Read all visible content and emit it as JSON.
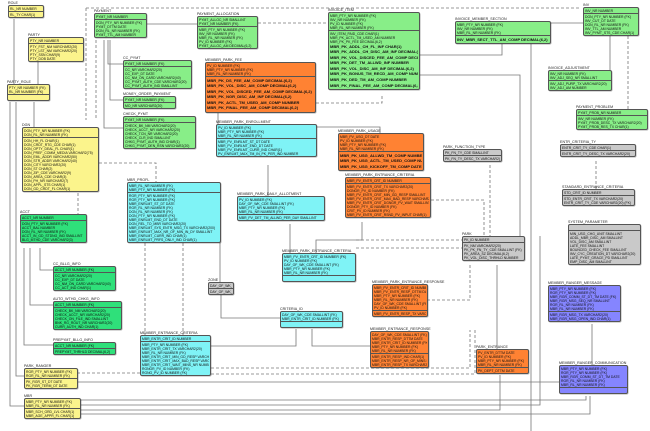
{
  "colors": {
    "yellow": "#fbf48c",
    "green": "#88ee88",
    "dgreen": "#2fe07a",
    "orange": "#ff8233",
    "cyan": "#7ff3f6",
    "gray": "#c9c9c9",
    "purple": "#8585ff",
    "line": "#777777"
  },
  "tables": [
    {
      "key": "role",
      "name": "ROLE",
      "color": "yellow",
      "pk": [
        "RL_NR NUMBER"
      ],
      "fields": [
        "RL_TY CHAR(1)"
      ]
    },
    {
      "key": "party",
      "name": "PARTY",
      "color": "yellow",
      "pk": [
        "PTY_NR NUMBER"
      ],
      "fields": [
        "PTY_FST_NM VARCHAR2(20)",
        "PTY_LST_NM VARCHAR2(20)",
        "PTY_SSN CHAR(9)",
        "PTY_DOB DATE"
      ]
    },
    {
      "key": "party_role",
      "name": "PARTY_ROLE",
      "color": "yellow",
      "pk": [
        "PTY_NR NUMBER (FK)",
        "RL_NR NUMBER (FK)"
      ],
      "fields": []
    },
    {
      "key": "dgn",
      "name": "DGN",
      "color": "yellow",
      "pk": [
        "DGN_PTY_NR NUMBER (FK)",
        "DGN_RL_NR NUMBER (FK)"
      ],
      "fields": [
        "DGN_HH_FL CHAR(1)",
        "DGN_CRDT_RTG_CDE CHAR(1)",
        "DGN_OPTY_DEAL_FL CHAR(1)",
        "DGN_PREF_COMM_MEDIA VARCHAR2(75)",
        "DGN_EML_ADDR VARCHAR2(50)",
        "DGN_STR_ADDR VARCHAR2(40)",
        "DGN_CITY VARCHAR2(20)",
        "DGN_ST CHAR(2)",
        "DGN_ZIP_CDE VARCHAR2(9)",
        "DGN_AREA_CDE CHAR(3)",
        "DGN_PH_NR VARCHAR2(7)",
        "DGN_APPL_STS CHAR(1)",
        "DGN_GD_CRDT_FL CHAR(1)"
      ]
    },
    {
      "key": "acct",
      "name": "ACCT",
      "color": "dgreen",
      "pk": [
        "ACCT_NR NUMBER"
      ],
      "fields": [
        "DGN_PTY_NR NUMBER (FK)",
        "ACCT_BAL NUMBER",
        "DGN_RL_NR NUMBER (FK)",
        "ACCT_IN_GD_STDNG_IND SMALLINT",
        "BLG_MTHD_CDE VARCHAR2(3)"
      ]
    },
    {
      "key": "cc_bllg",
      "name": "CC_BLLG_INFO",
      "color": "dgreen",
      "pk": [
        "ACCT_NR NUMBER (FK)"
      ],
      "fields": [
        "CC_NR VARCHAR2(20)",
        "CC_EXP_DT DATE",
        "CC_NM_ON_CARD VARCHAR2(40)",
        "CC_ACT_IND CHAR(1)"
      ]
    },
    {
      "key": "auto_wthd",
      "name": "AUTO_WTHD_CHKG_INFO",
      "color": "dgreen",
      "pk": [
        "ACCT_NR NUMBER (FK)"
      ],
      "fields": [
        "CHECK_BK_NM VARCHAR2(20)",
        "CHECK_ACCT_NR VARCHAR2(20)",
        "CHECK_ON_FILE_IND SMALLINT",
        "BNK_RG_ROUT_NR VARCHAR2(20)",
        "CURR_AUTH_IND CHAR(1)"
      ]
    },
    {
      "key": "prepymt",
      "name": "PREPYMT_BLLG_INFO",
      "color": "dgreen",
      "pk": [
        "ACCT_NR NUMBER (FK)"
      ],
      "fields": [
        "PREPYMT_THRHLD DECIMAL(6,2)"
      ]
    },
    {
      "key": "park_ranger",
      "name": "PARK_RANGER",
      "color": "yellow",
      "pk": [
        "RGR_PTY_NR NUMBER (FK)",
        "RGR_RL_NR NUMBER (FK)"
      ],
      "fields": [
        "PK_RGR_ST_DT DATE",
        "PK_RGR_TERM_DT DATE"
      ]
    },
    {
      "key": "mbr",
      "name": "MBR",
      "color": "yellow",
      "pk": [
        "MBR_PTY_NR NUMBER (FK)",
        "MBR_RL_NR NUMBER (FK)"
      ],
      "fields": [
        "MBR_SCH_GRD_LVL CHAR(1)",
        "MBR_AGE_APPR_FL CHAR(1)"
      ]
    },
    {
      "key": "payment",
      "name": "PAYMENT",
      "color": "green",
      "pk": [
        "PYMT_NR NUMBER"
      ],
      "fields": [
        "DGN_PTY_NR NUMBER (FK)",
        "PYMT_DTTM DATE",
        "DGN_RL_NR NUMBER (FK)",
        "PYMT_TTL_AM NUMBER"
      ]
    },
    {
      "key": "cc_pymt",
      "name": "CC_PYMT",
      "color": "green",
      "pk": [
        "PYMT_NR NUMBER (FK)"
      ],
      "fields": [
        "CC_NR VARCHAR2(20)",
        "CC_EXP_DT DATE",
        "CC_NM_ON_CARD VARCHAR2(40)",
        "CC_PYMT_AUTH_CDE VARCHAR2(20)",
        "CC_PYMT_AUTH_IND SMALLINT"
      ]
    },
    {
      "key": "money_order",
      "name": "MONEY_ORDER_PAYMENT",
      "color": "green",
      "pk": [
        "PYMT_NR NUMBER (FK)"
      ],
      "fields": [
        "MO_NR VARCHAR2(20)"
      ]
    },
    {
      "key": "check_pymt",
      "name": "CHECK_PYMT",
      "color": "green",
      "pk": [
        "PYMT_NR NUMBER (FK)"
      ],
      "fields": [
        "CHECK_BK_NM VARCHAR2(20)",
        "CHECK_ACCT_NR VARCHAR2(20)",
        "CHECK_TCN_NR VARCHAR2(20)",
        "CHECK_CLR_IND SMALLINT",
        "CHKG_PYMT_AUTH_IND CHAR(1)",
        "CHKG_PYMT_DEN_RSN VARCHAR2(20)"
      ]
    },
    {
      "key": "pay_alloc",
      "name": "PAYMENT_ALLOCATION",
      "color": "green",
      "pk": [
        "PYMT_ALLOC_NR SMALLINT",
        "PYMT_NR NUMBER (FK)"
      ],
      "fields": [
        "MBR_PTY_NR NUMBER (FK)",
        "INV_NR NUMBER (FK)",
        "MBR_RL_NR NUMBER (FK)",
        "PV_ID NUMBER (FK)",
        "PYMT_ALLOC_AM DECIMAL(6,2)"
      ]
    },
    {
      "key": "mpf",
      "name": "MEMBER_PARK_FEE",
      "color": "orange",
      "pk": [
        "PV_ID NUMBER (FK)",
        "MBR_PTY_NR NUMBER (FK)",
        "MBR_RL_NR NUMBER (FK)"
      ],
      "fields": [],
      "derived": [
        "MBR_PK_DS_FEE_AM_COMP DECIMAL(6,2)",
        "MBR_PK_VOL_DISC_AM_COMP DECIMAL(6,2)",
        "MBR_PK_VOL_DISCED_FEE_AM_COMP DECIMAL(6,2)",
        "MBR_PK_NGR_DISC_AM_INF DECIMAL(6,2)",
        "MBR_PK_ACTL_TM_USED_AM_COMP NUMBER",
        "MBR_PK_FINAL_FEE_AM_COMP DECIMAL(6,2)"
      ]
    },
    {
      "key": "inv_item",
      "name": "INVOICE_ITEM",
      "color": "green",
      "pk": [
        "MBR_PTY_NR NUMBER (FK)",
        "INV_NR NUMBER (FK)",
        "PV_ID NUMBER (FK)",
        "MBR_RL_NR NUMBER (FK)"
      ],
      "fields": [
        "INV_ITEM_PAID_CDE CHAR(1)",
        "MBR_PK_ACTL_TM_USED_AM NUMBER",
        "MBR_PK_PK_FEE DECIMAL(6,2)"
      ],
      "derived": [
        "MBR_PK_ADDL_CH_FL_INF CHAR(1)",
        "MBR_PK_ADDL_CH_DISC_AM_INF DECIMAL(6,2)",
        "MBR_PK_VOL_DISCED_FEE_AM_COMP DECIMAL(6,2)",
        "MBR_PK_DET_TM_ALLWD_INF NUMBER",
        "MBR_PK_VOL_DISC_AM_INF DECIMAL(6,2)",
        "MBR_PK_BONUS_TM_RECD_AM_COMP NUMBER",
        "MBR_PK_DED_TM_AM_COMP NUMBER",
        "MBR_PK_FINAL_FEE_AM_COMP DECIMAL(6,2)"
      ]
    },
    {
      "key": "inv_mbr_sect",
      "name": "INVOICE_MEMBER_SECTION",
      "color": "green",
      "pk": [
        "MBR_PTY_NR NUMBER (FK)",
        "INV_NR NUMBER (FK)",
        "MBR_RL_NR NUMBER (FK)"
      ],
      "fields": [],
      "derived": [
        "INV_MBR_SECT_TTL_AM_COMP DECIMAL(6,2)"
      ]
    },
    {
      "key": "inv",
      "name": "INV",
      "color": "green",
      "pk": [
        "INV_NR NUMBER"
      ],
      "fields": [
        "DGN_PTY_NR NUMBER (FK)",
        "INV_CUT_DT DATE",
        "DGN_RL_NR NUMBER (FK)",
        "INV_TTL_AM NUMBER",
        "INV_PYMT_STS_CDE CHAR(1)"
      ]
    },
    {
      "key": "inv_adj",
      "name": "INVOICE_ADJUSTMENT",
      "color": "green",
      "pk": [
        "INV_NR NUMBER (FK)",
        "INV_ADJ_SEQ_NR SMALLINT"
      ],
      "fields": [
        "INV_ADJ_PURP_TX VARCHAR2(20)",
        "INV_ADJ_AM NUMBER"
      ]
    },
    {
      "key": "pay_prob",
      "name": "PAYMENT_PROBLEM",
      "color": "green",
      "pk": [
        "PYMT_PROB_NR NUMBER"
      ],
      "fields": [
        "INV_NR NUMBER (FK)",
        "PYMT_PROB_DESC_TX VARCHAR2(20)",
        "PYMT_PROB_RES_TX CHAR(1)"
      ]
    },
    {
      "key": "mpe",
      "name": "MEMBER_PARK_ENROLLMENT",
      "color": "cyan",
      "pk": [
        "PV_ID NUMBER (FK)",
        "MBR_PTY_NR NUMBER (FK)",
        "MBR_RL_NR NUMBER (FK)"
      ],
      "fields": [
        "MBR_PV_ENRLMT_ST_DT DATE",
        "MBR_PV_ENRLMT_END_DT DATE",
        "MBR_PV_ENRLMT_CURR_IND CHAR(1)",
        "PV_ENRLMT_MAX_TM_IN_PK_PER_IND NUMBER"
      ]
    },
    {
      "key": "mpu",
      "name": "MEMBER_PARK_USAGE",
      "color": "orange",
      "pk": [
        "MBR_PV_USG_DT DATE",
        "PV_ID NUMBER (FK)",
        "MBR_PTY_NR NUMBER (FK)",
        "MBR_RL_NR NUMBER (FK)"
      ],
      "fields": [],
      "derived": [
        "MBR_PK_USG_ALLWD_TM_COMP NUMBER",
        "MBR_PK_USG_ACTL_TM_USED_COMP NUMBER",
        "MBR_PK_USG_KICKOFF_TM_COMP DATE"
      ]
    },
    {
      "key": "pft",
      "name": "PARK_FUNCTION_TYPE",
      "color": "gray",
      "pk": [
        "PK_FN_TY_CDE SMALLINT"
      ],
      "fields": [
        "PK_FN_TY_DESC_TX VARCHAR2(20)"
      ]
    },
    {
      "key": "mbr_profl",
      "name": "MBR_PROFL",
      "color": "cyan",
      "pk": [
        "MBR_RL_NR NUMBER (FK)",
        "MBR_PTY_NR NUMBER (FK)"
      ],
      "fields": [
        "RGR_PTY_NR NUMBER (FK)",
        "RGR_PTY_NR NUMBER (FK)",
        "MBR_ENRLMT_ST_DT DATE",
        "RGR_RL_NR NUMBER (FK)",
        "DGN_RL_NR NUMBER (FK)",
        "DGN_PTY_NR NUMBER (FK)",
        "MBR_ENRLMT_END_DT DATE",
        "DGN_REL_TO_MBR VARCHAR2(20)",
        "MBR_ENRLMT_SYS_ENTR_MSG_TX VARCHAR2(200)",
        "MBR_ENRLMT_MAX_NR_OF_MIN_IN_DY SMALLINT",
        "MBR_ENRLMT_CURR_IND CHAR(1)",
        "MBR_ENRLMT_PRFS_ONLY_IND CHAR(1)"
      ]
    },
    {
      "key": "mpda",
      "name": "MEMBER_PARK_DAILY_ALLOTMENT",
      "color": "cyan",
      "pk": [
        "PV_ID NUMBER (FK)",
        "DAY_OF_WK_CDE SMALLINT (FK)",
        "MBR_PTY_NR NUMBER (FK)",
        "MBR_RL_NR NUMBER (FK)"
      ],
      "fields": [
        "MBR_PV_DET_TM_ALLWD_PER_DAY SMALLINT"
      ]
    },
    {
      "key": "mpec_o",
      "name": "MEMBER_PARK_ENTRANCE_CRITERIA",
      "color": "orange",
      "pk": [
        "MBR_PV_ENTR_CRT_ID NUMBER"
      ],
      "fields": [
        "MBR_PV_ENTR_CRIT_TX VARCHAR2(20)",
        "DGNGR_PV_ID NUMBER (FK)",
        "MBR_PV_ENTR_CRIT_MIN_GD_RESP SMALLINT",
        "MBR_PV_ENTR_CRIT_MAX_BAD_RESP VARCHAR2(20)",
        "MBR_PV_ENTR_CRIT_DGNGR_PV_WAIT SMALLINT",
        "DGNGR_PTY_ID NUMBER (FK)",
        "CRIT_PV_ID NUMBER (FK)",
        "MBR_PV_ENTR_CRIT_RSND_PV_INPUT CHAR(1)"
      ]
    },
    {
      "key": "mpec_c",
      "name": "MEMBER_PARK_ENTRANCE_CRITERIA",
      "color": "cyan",
      "pk": [
        "MBR_PV_ENTR_CRT_ID NUMBER (FK)",
        "PV_ID NUMBER (FK)",
        "DAY_OF_WK_CDE SMALLINT (FK)",
        "MBR_PTY_NR NUMBER (FK)",
        "MBR_RL_NR NUMBER (FK)"
      ],
      "fields": []
    },
    {
      "key": "zone",
      "name": "ZONE",
      "color": "gray",
      "pk": [
        "DAY_OF_WK_CDE SMALLINT"
      ],
      "fields": [
        "DAY_OF_WK_NM VARCHAR2(20)"
      ]
    },
    {
      "key": "criteria_id",
      "name": "CRITERIA_ID",
      "color": "cyan",
      "pk": [
        "DAY_OF_WK_CDE SMALLINT (FK)",
        "MBR_ENTR_CRIT_ID NUMBER (FK)"
      ],
      "fields": []
    },
    {
      "key": "mec",
      "name": "MEMBER_ENTRANCE_CRITERIA",
      "color": "cyan",
      "pk": [
        "MBR_ENTR_CRIT_ID NUMBER"
      ],
      "fields": [
        "MBR_PTY_NR NUMBER (FK)",
        "MBR_ENTR_CRIT_TX VARCHAR2(20)",
        "MBR_RL_NR NUMBER (FK)",
        "MBR_ENTR_CRIT_MIN_GD_RESP VARCHAR2(20)",
        "MBR_ENTR_CRIT_MAX_BAD_RESP VARCHAR2(20)",
        "MBR_ENTR_CRIT_WAIT_MINS_NR NUMBER",
        "RGNGR_PV_ID NUMBER (FK)",
        "RGNG_PV_ID NUMBER (FK)"
      ]
    },
    {
      "key": "mper",
      "name": "MEMBER_PARK_ENTRANCE_RESPONSE",
      "color": "orange",
      "pk": [
        "MBR_PV_ENTR_CRIT_ID NUMBER (FK)",
        "MBR_PV_ENTR_RESP_DTTM DATE",
        "MBR_PTY_NR NUMBER (FK)",
        "MBR_RL_NR NUMBER (FK)",
        "DAY_OF_WK_CDE SMALLINT (FK)",
        "PV_ID NUMBER (FK)"
      ],
      "fields": [
        "MBR_PV_ENTR_RESP_TX VARCHAR2(20)"
      ]
    },
    {
      "key": "mer",
      "name": "MEMBER_ENTRANCE_RESPONSE",
      "color": "orange",
      "pk": [
        "DAY_OF_WK_CDE SMALLINT (FK)",
        "MBR_ENTR_RESP_DTTM DATE",
        "MBR_ENTR_CRIT_ID NUMBER (FK)",
        "MBR_PTY_NR NUMBER (FK)",
        "MBR_RL_NR NUMBER (FK)"
      ],
      "fields": [
        "MBR_ENTR_RESP_IND CHAR(1)",
        "MBR_ENTR_RESP_NR_OF_MINS SMALLINT",
        "MBR_ENTR_RESP_TX VARCHAR2(20)"
      ]
    },
    {
      "key": "park",
      "name": "PARK",
      "color": "gray",
      "pk": [
        "PK_ID NUMBER"
      ],
      "fields": [
        "PK_NM VARCHAR2(20)",
        "PK_PK_FN_TY_CDE SMALLINT (FK)",
        "PK_AREA_SZ DECIMAL(6,2)",
        "PK_VOL_DISC_THRHLD NUMBER"
      ]
    },
    {
      "key": "park_entr",
      "name": "PARK_ENTRANCE",
      "color": "orange",
      "pk": [
        "PV_ENTR_DTTM DATE",
        "PV_ID NUMBER (FK)",
        "MBR_PTY_NR NUMBER (FK)",
        "MBR_RL_NR NUMBER (FK)"
      ],
      "fields": [
        "PK_DEPT_DTTM DATE"
      ]
    },
    {
      "key": "ect",
      "name": "ENTR_CRITERIA_TY",
      "color": "gray",
      "pk": [
        "ENTR_CRIT_TY_CDE CHAR(1)"
      ],
      "fields": [
        "ENTR_CRIT_TY_DESC_TX VARCHAR2(20)"
      ]
    },
    {
      "key": "sec",
      "name": "STANDARD_ENTRANCE_CRITERIA",
      "color": "gray",
      "pk": [
        "STD_CRIT_ID NUMBER"
      ],
      "fields": [
        "STD_ENTR_CRIT_TX VARCHAR2(20)",
        "ENTR_CRIT_TY_CDE VARCHAR2(20) (FK)"
      ]
    },
    {
      "key": "sys",
      "name": "SYSTEM_PARAMETER",
      "color": "gray",
      "pk": [],
      "fields": [
        "MIN_USG_CHG_UNIT SMALLINT",
        "ADDL_MBR_DISC_AM SMALLINT",
        "VOL_DISC_AM SMALLINT",
        "LATE_FEE SMALLINT",
        "BOUNCED_CHECK_FEE SMALLINT",
        "INV_CYC_CREATION_DT VARCHAR2(20)",
        "LATE_PYMT_GRACE_PD SMALLINT",
        "EMP_DISC_AM SMALLINT"
      ]
    },
    {
      "key": "mrm",
      "name": "MEMBER_RANGER_MESSAGE",
      "color": "purple",
      "pk": [
        "MBR_PTY_NR NUMBER (FK)",
        "RGR_PTY_NR NUMBER (FK)",
        "MBR_RGR_COMM_ST_DT_TM DATE (FK)",
        "MBR_RGR_MSG_SEQ_NR SMALLINT",
        "RGR_RL_NR NUMBER (FK)",
        "MBR_RL_NR NUMBER (FK)"
      ],
      "fields": [
        "MBR_RGR_MSG_TX VARCHAR2(20)",
        "MBR_RGR_MSG_OPEN_IND CHAR(1)"
      ]
    },
    {
      "key": "mrc",
      "name": "MEMBER_RANGER_COMMUNICATION",
      "color": "purple",
      "pk": [
        "MBR_PTY_NR NUMBER (FK)",
        "RGR_PTY_NR NUMBER (FK)",
        "MBR_RGR_COMM_ST_DT_TM DATE",
        "RGR_RL_NR NUMBER (FK)",
        "MBR_RL_NR NUMBER (FK)"
      ],
      "fields": []
    }
  ]
}
